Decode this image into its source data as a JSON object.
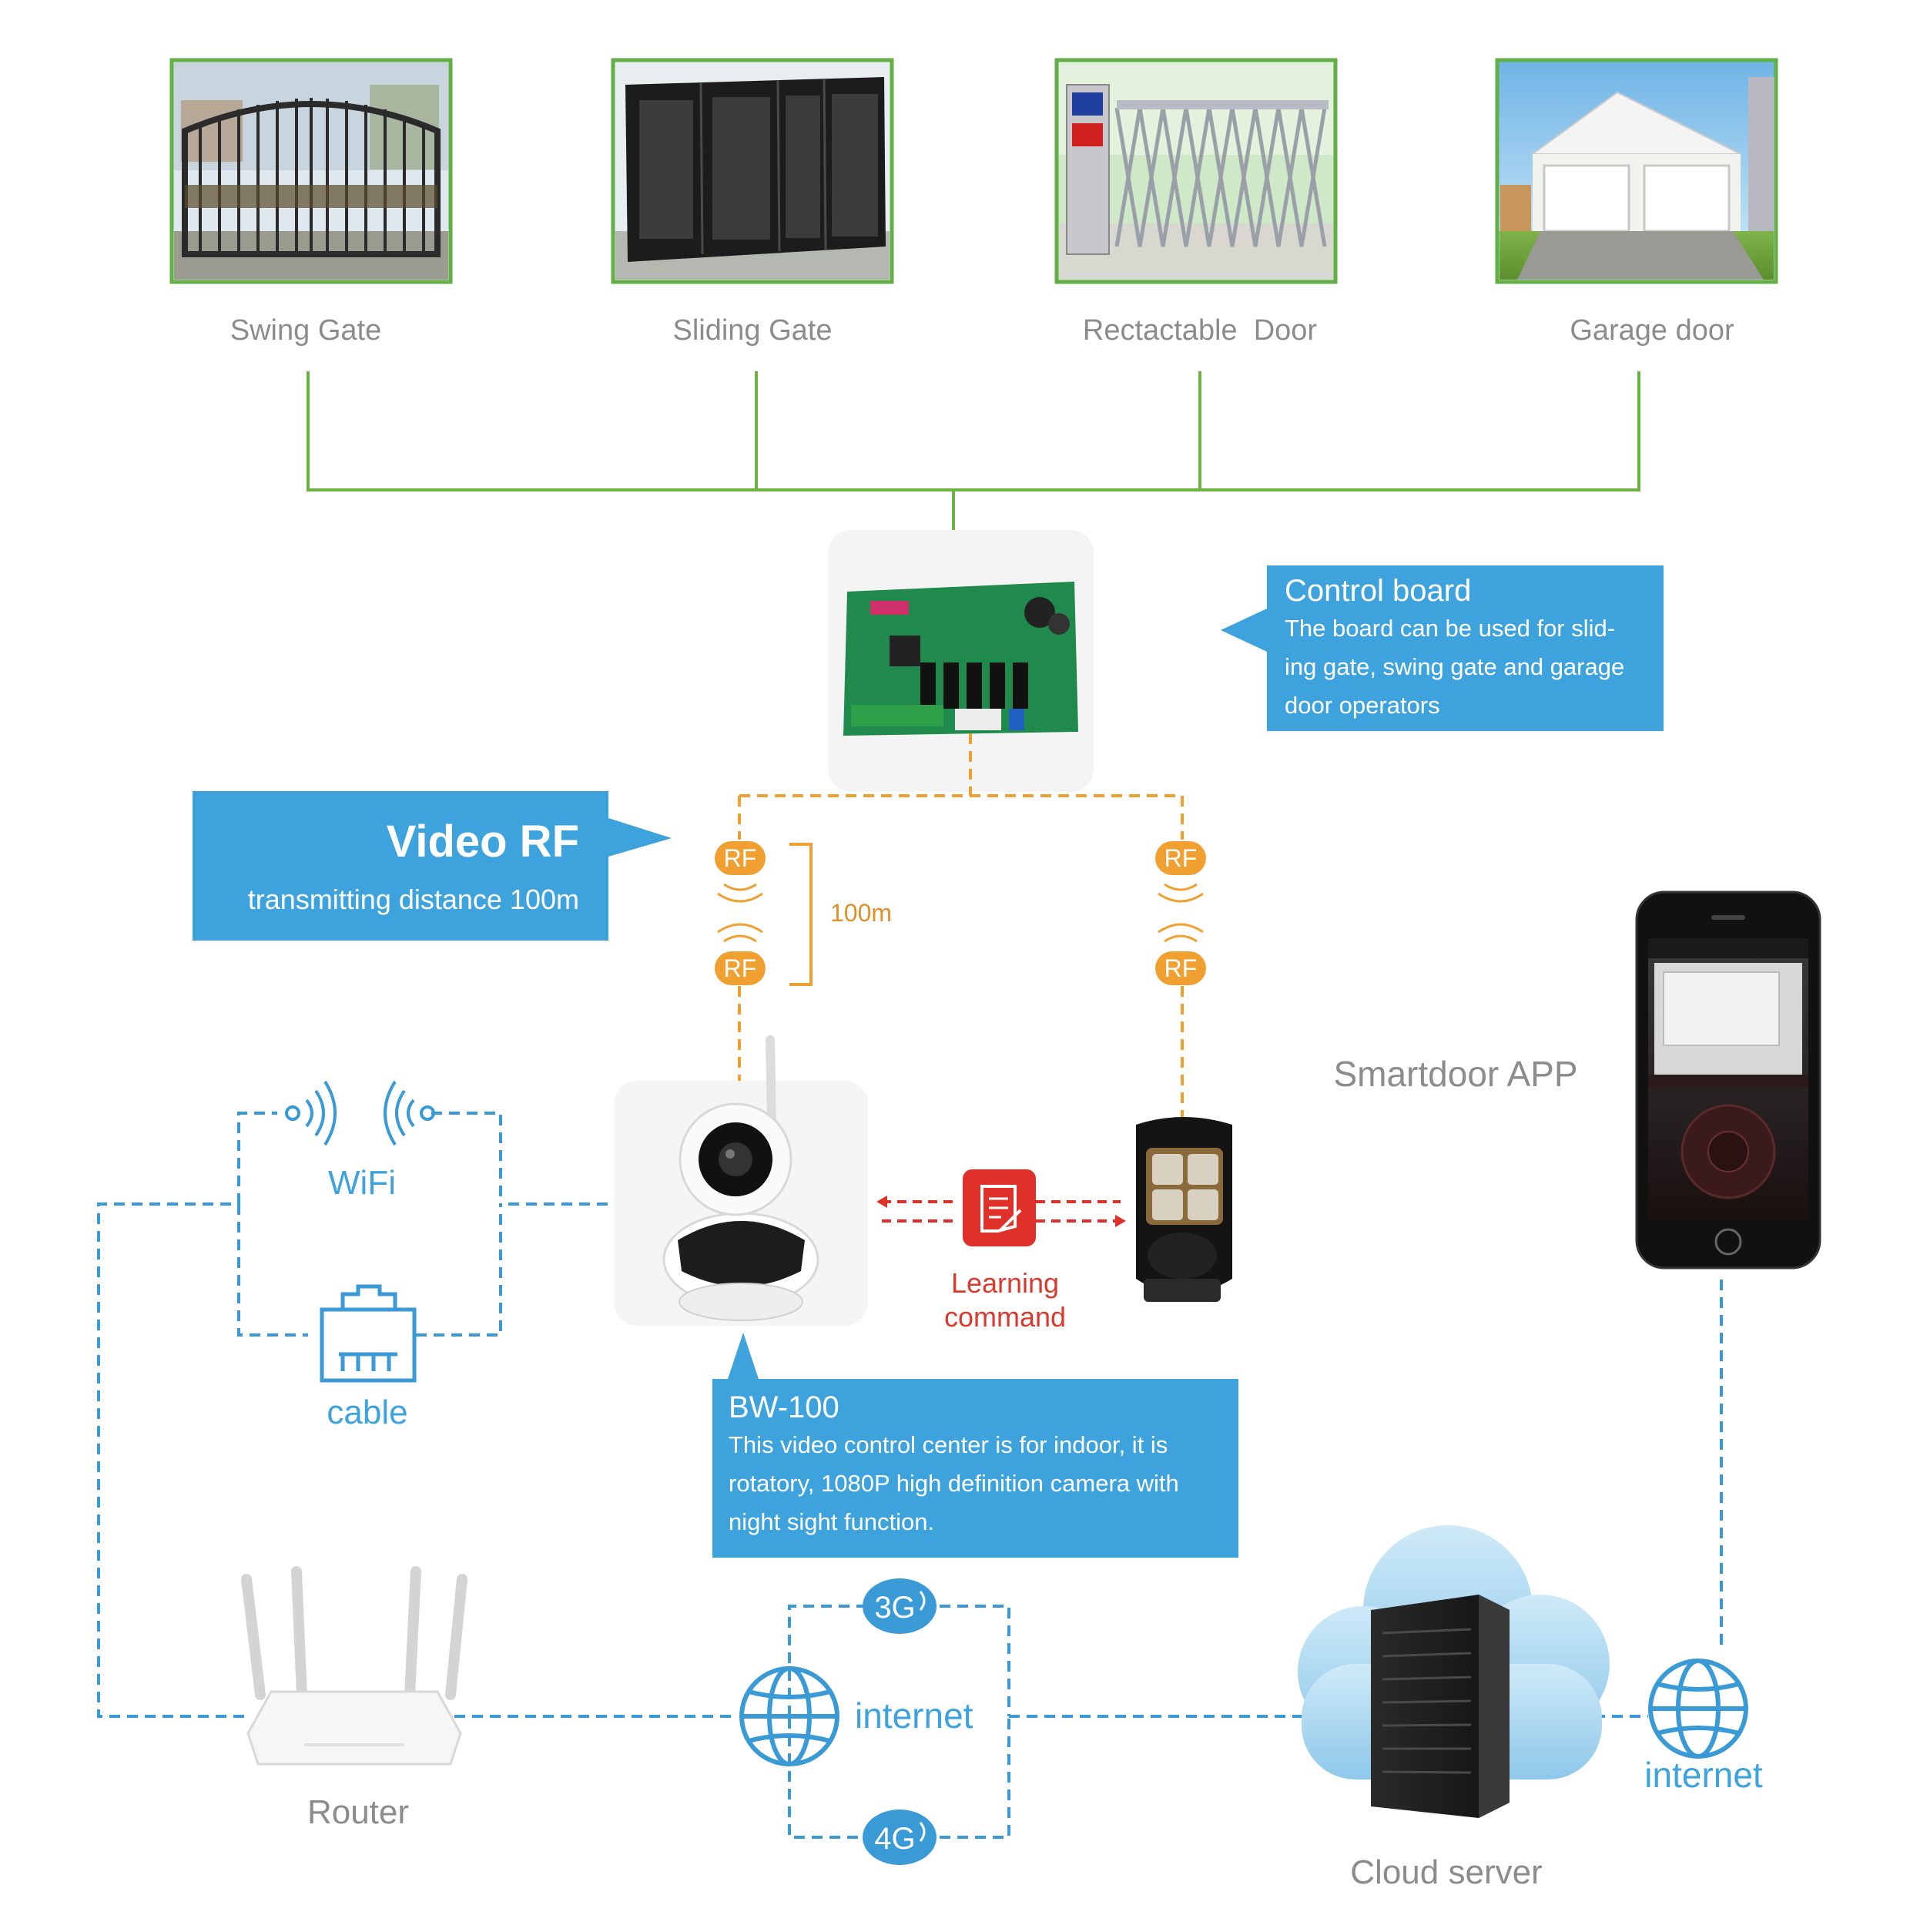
{
  "gates": [
    {
      "label": "Swing Gate",
      "icon": "swing-gate-photo"
    },
    {
      "label": "Sliding Gate",
      "icon": "sliding-gate-photo"
    },
    {
      "label": "Rectactable  Door",
      "icon": "retractable-door-photo"
    },
    {
      "label": "Garage door",
      "icon": "garage-door-photo"
    }
  ],
  "control_board": {
    "title": "Control board",
    "desc_lines": [
      "The board can be used for slid-",
      "ing gate, swing gate and garage",
      "door operators"
    ]
  },
  "video_rf": {
    "title": "Video RF",
    "subtitle": "transmitting distance 100m"
  },
  "rf": {
    "badge": "RF",
    "distance": "100m"
  },
  "network": {
    "wifi": "WiFi",
    "cable": "cable",
    "router": "Router",
    "internet_center": "internet",
    "internet_right": "internet",
    "g3": "3G",
    "g4": "4G",
    "cloud": "Cloud server",
    "app": "Smartdoor APP"
  },
  "learning": {
    "line1": "Learning",
    "line2": "command"
  },
  "bw100": {
    "title": "BW-100",
    "desc_lines": [
      "This video control center is for indoor, it is",
      "rotatory, 1080P high definition camera with",
      "night sight function."
    ]
  },
  "colors": {
    "green": "#6db33f",
    "orange": "#f0a030",
    "callout_blue": "#3ea3dd",
    "dash_blue": "#3a9ad6",
    "red": "#e0302a",
    "label_gray": "#8c8c8c"
  }
}
